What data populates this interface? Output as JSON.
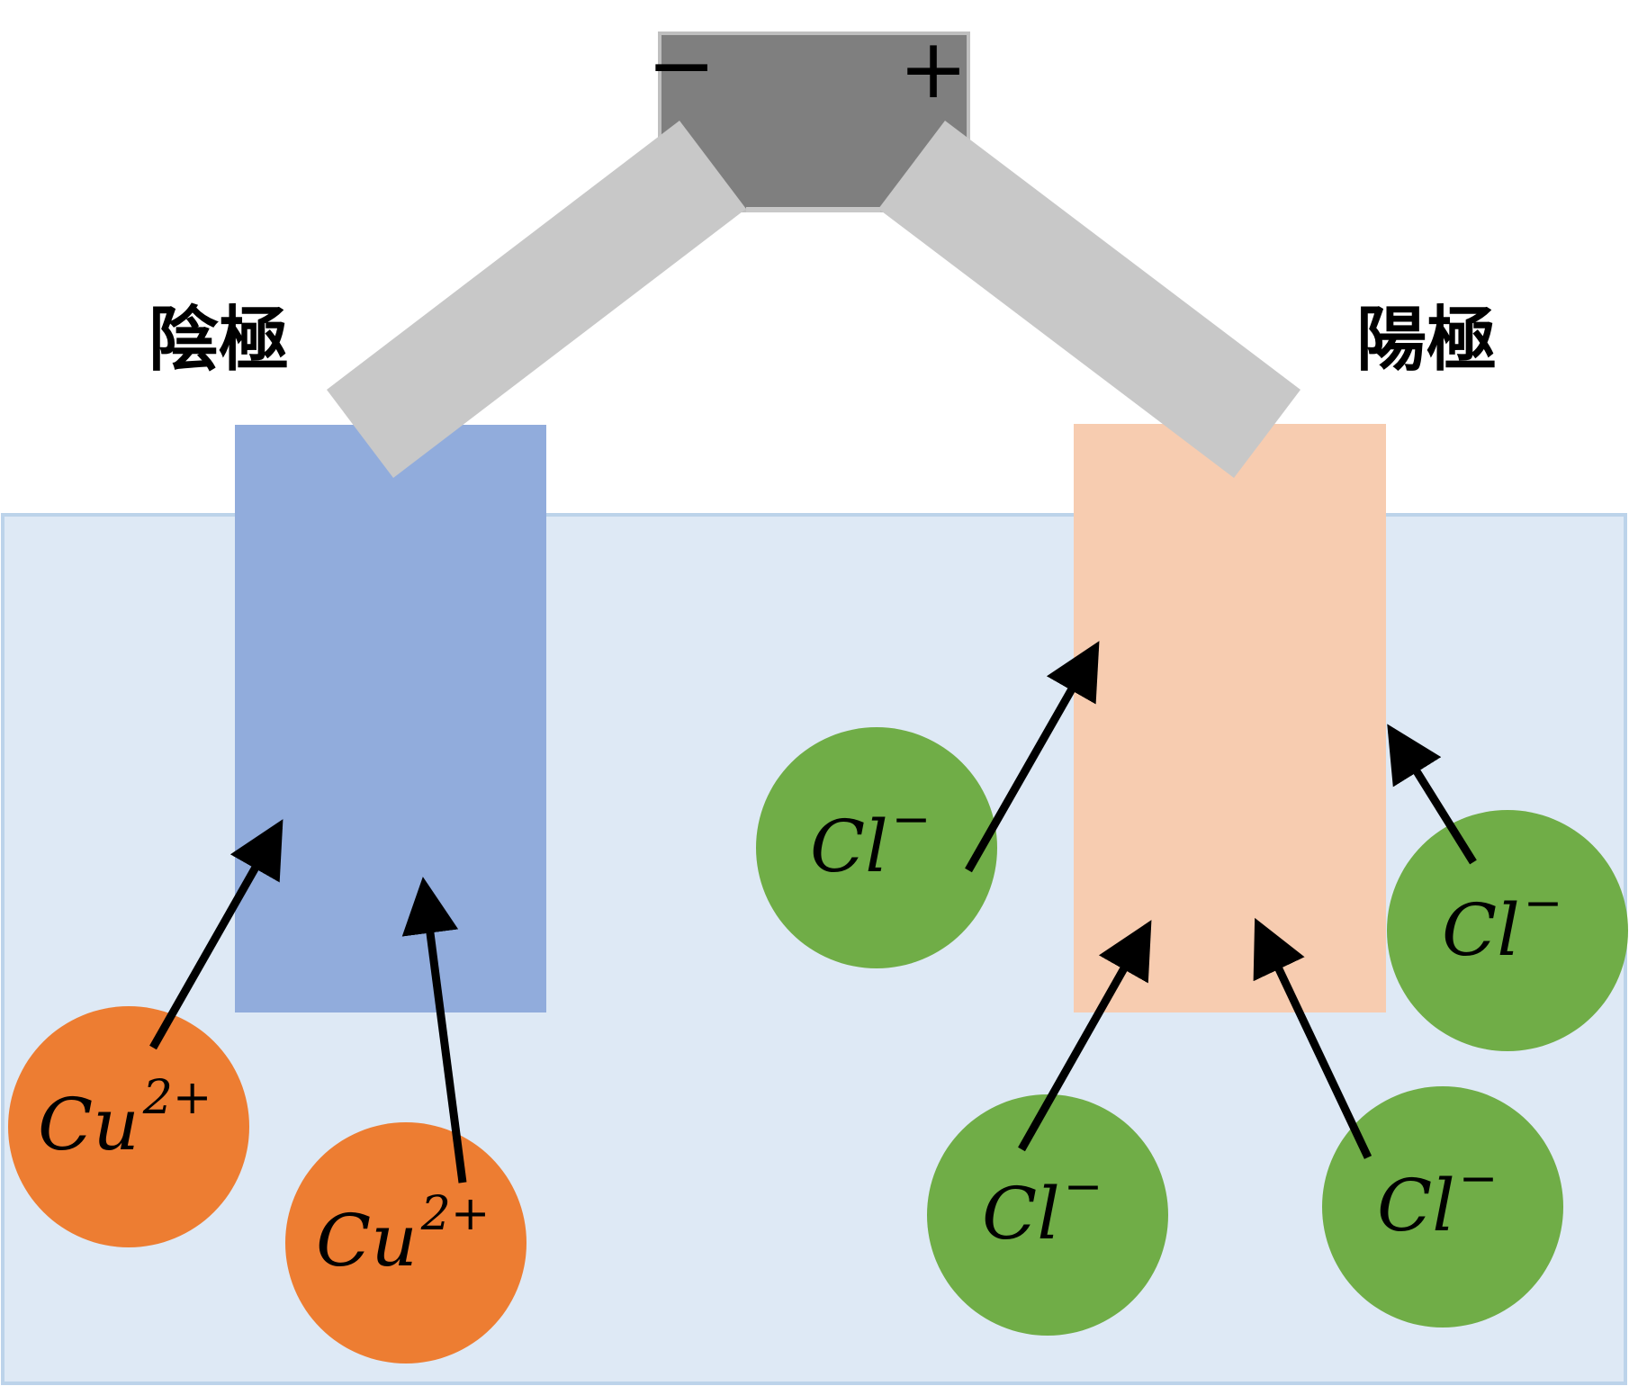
{
  "battery": {
    "negative_sign": "−",
    "positive_sign": "+"
  },
  "electrodes": {
    "cathode_label": "陰極",
    "anode_label": "陽極"
  },
  "ions": {
    "copper": {
      "symbol": "Cu",
      "charge": "2+"
    },
    "chloride": {
      "symbol": "Cl",
      "charge": "−"
    }
  },
  "colors": {
    "solution": "#DEE9F5",
    "solution_border": "#BCD3EA",
    "cathode": "#91ACDC",
    "anode": "#F7CCB0",
    "wire": "#C8C8C8",
    "battery": "#7F7F7F",
    "copper_ion": "#ED7D32",
    "chloride_ion": "#70AD47",
    "arrow": "#000000"
  }
}
